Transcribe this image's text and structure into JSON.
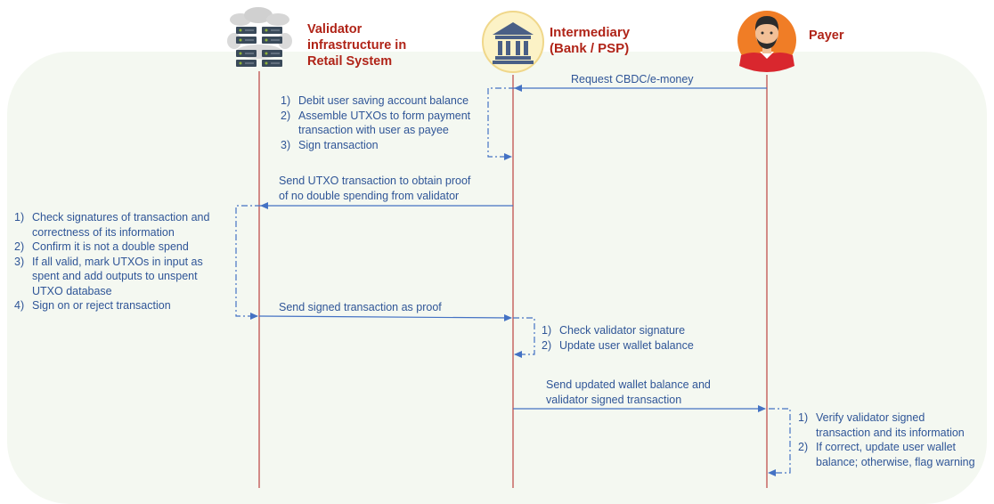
{
  "colors": {
    "lifeline": "#c0504d",
    "arrow": "#4472c4",
    "text": "#2f5597",
    "actor_label": "#b02418",
    "background_panel": "#f4f8f1"
  },
  "actors": {
    "validator": {
      "label_lines": [
        "Validator",
        "infrastructure in",
        "Retail System"
      ],
      "icon": "server-cloud-icon"
    },
    "intermediary": {
      "label_lines": [
        "Intermediary",
        "(Bank / PSP)"
      ],
      "icon": "bank-icon"
    },
    "payer": {
      "label_lines": [
        "Payer"
      ],
      "icon": "person-avatar-icon"
    }
  },
  "messages": {
    "request": {
      "lines": [
        "Request CBDC/e-money"
      ]
    },
    "send_utxo": {
      "lines": [
        "Send UTXO transaction to obtain proof",
        "of no double spending from validator"
      ]
    },
    "send_signed": {
      "lines": [
        "Send signed transaction as proof"
      ]
    },
    "send_updated": {
      "lines": [
        "Send updated wallet balance and",
        "validator signed transaction"
      ]
    }
  },
  "notes": {
    "intermediary_steps": [
      {
        "n": "1)",
        "lines": [
          "Debit user saving account balance"
        ]
      },
      {
        "n": "2)",
        "lines": [
          "Assemble UTXOs to form payment",
          "transaction with user as payee"
        ]
      },
      {
        "n": "3)",
        "lines": [
          "Sign transaction"
        ]
      }
    ],
    "validator_steps": [
      {
        "n": "1)",
        "lines": [
          "Check signatures of transaction and",
          "correctness of its information"
        ]
      },
      {
        "n": "2)",
        "lines": [
          "Confirm it is not a double spend"
        ]
      },
      {
        "n": "3)",
        "lines": [
          "If all valid, mark UTXOs in input as",
          "spent and add outputs to unspent",
          "UTXO database"
        ]
      },
      {
        "n": "4)",
        "lines": [
          "Sign on or reject transaction"
        ]
      }
    ],
    "intermediary_verify_steps": [
      {
        "n": "1)",
        "lines": [
          "Check validator signature"
        ]
      },
      {
        "n": "2)",
        "lines": [
          "Update user wallet balance"
        ]
      }
    ],
    "payer_steps": [
      {
        "n": "1)",
        "lines": [
          "Verify validator signed",
          "transaction and its information"
        ]
      },
      {
        "n": "2)",
        "lines": [
          "If correct, update user wallet",
          "balance; otherwise, flag warning"
        ]
      }
    ]
  }
}
